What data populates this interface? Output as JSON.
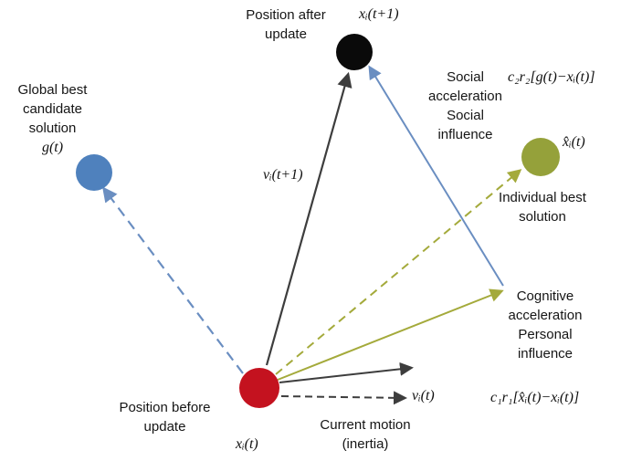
{
  "diagram": {
    "nodes": {
      "position_after": {
        "label": "Position after\nupdate",
        "math": "xᵢ(t+1)",
        "color": "#0a0a0a"
      },
      "global_best": {
        "label": "Global best\ncandidate\nsolution",
        "math": "g(t)",
        "color": "#4f81bd"
      },
      "individual_best": {
        "label": "Individual best\nsolution",
        "math": "x̂ᵢ(t)",
        "color": "#95a13a"
      },
      "position_before": {
        "label": "Position before\nupdate",
        "math": "xᵢ(t)",
        "color": "#c4121f"
      }
    },
    "vectors": {
      "new_velocity": {
        "math": "vᵢ(t+1)"
      },
      "current_motion": {
        "math": "vᵢ(t)",
        "label": "Current motion\n(inertia)"
      },
      "social": {
        "label": "Social\nacceleration\nSocial\ninfluence",
        "math": "c₂r₂[g(t)−xᵢ(t)]"
      },
      "cognitive": {
        "label": "Cognitive\nacceleration\nPersonal\ninfluence",
        "math": "c₁r₁[x̂ᵢ(t)−xᵢ(t)]"
      }
    },
    "colors": {
      "arrow_dark": "#3d3d3d",
      "arrow_blue": "#6a8ec1",
      "arrow_olive": "#a4aa3b"
    }
  }
}
